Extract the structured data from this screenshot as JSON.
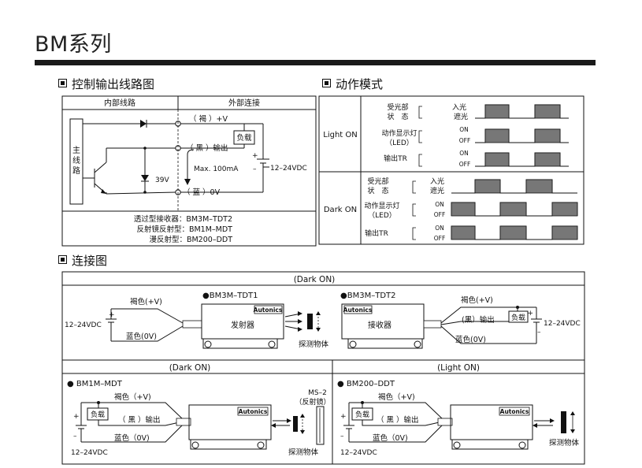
{
  "page": {
    "title": "BM系列"
  },
  "sections": {
    "control_output": "控制输出线路图",
    "operation_mode": "动作模式",
    "connection": "连接图"
  },
  "circuit": {
    "header_internal": "内部线路",
    "header_external": "外部连接",
    "main_circuit": [
      "主",
      "线",
      "路"
    ],
    "brown": "（ 褐 ）+V",
    "black": "（ 黑 ）输出",
    "blue": "（ 蓝 ）0V",
    "load": "负载",
    "max": "Max. 100mA",
    "zener": "39V",
    "supply": "12–24VDC",
    "plus": "+",
    "minus": "–",
    "models": [
      "透过型接收器：BM3M–TDT2",
      "反射镜反射型：BM1M–MDT",
      "漫反射型：BM200–DDT"
    ]
  },
  "timing": {
    "light_on": "Light ON",
    "dark_on": "Dark ON",
    "recv_lines": [
      "受光部",
      "状　态"
    ],
    "incident": "入光",
    "blocked": "遮光",
    "led_lines": [
      "动作显示灯",
      "（LED）"
    ],
    "tr": "输出TR",
    "on": "ON",
    "off": "OFF"
  },
  "connection": {
    "dark_on_top": "(Dark ON)",
    "dark_on_left": "(Dark ON)",
    "light_on_right": "(Light ON)",
    "tdt1": "●BM3M–TDT1",
    "tdt2": "●BM3M–TDT2",
    "mdt": "● BM1M–MDT",
    "ddt": "● BM200–DDT",
    "brand": "Autonics",
    "emitter": "发射器",
    "receiver": "接收器",
    "object": "探测物体",
    "brown_v": "褐色(+V)",
    "brown_v2": "褐色（+V)",
    "blue_0v": "蓝色(0V)",
    "blue_0v2": "蓝色（0V)",
    "black_out": "(黑）输出",
    "black_out2": "（ 黑 ）输出",
    "load": "负载",
    "supply": "12–24VDC",
    "ms2": "MS–2",
    "reflector": "（反射镜）",
    "plus": "+",
    "minus": "–"
  }
}
